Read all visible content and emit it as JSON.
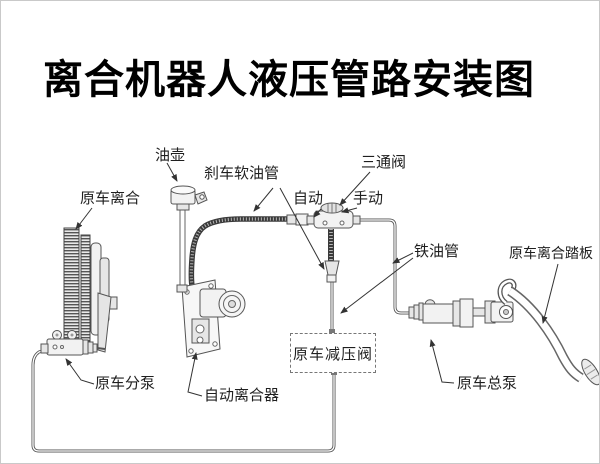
{
  "title": "离合机器人液压管路安装图",
  "colors": {
    "background": "#ffffff",
    "line": "#555555",
    "hose": "#3a3a3a",
    "text": "#1f1f1f",
    "leader": "#333333",
    "border": "#c9c9c9"
  },
  "labels": {
    "oil_pot": "油壶",
    "brake_soft_hose": "刹车软油管",
    "three_way_valve": "三通阀",
    "auto_port": "自动",
    "manual_port": "手动",
    "original_clutch": "原车离合",
    "iron_oil_pipe": "铁油管",
    "original_clutch_pedal": "原车离合踏板",
    "original_slave_cylinder": "原车分泵",
    "auto_clutch_actuator": "自动离合器",
    "original_pressure_reducing_valve": "原车减压阀",
    "original_master_cylinder": "原车总泵"
  }
}
